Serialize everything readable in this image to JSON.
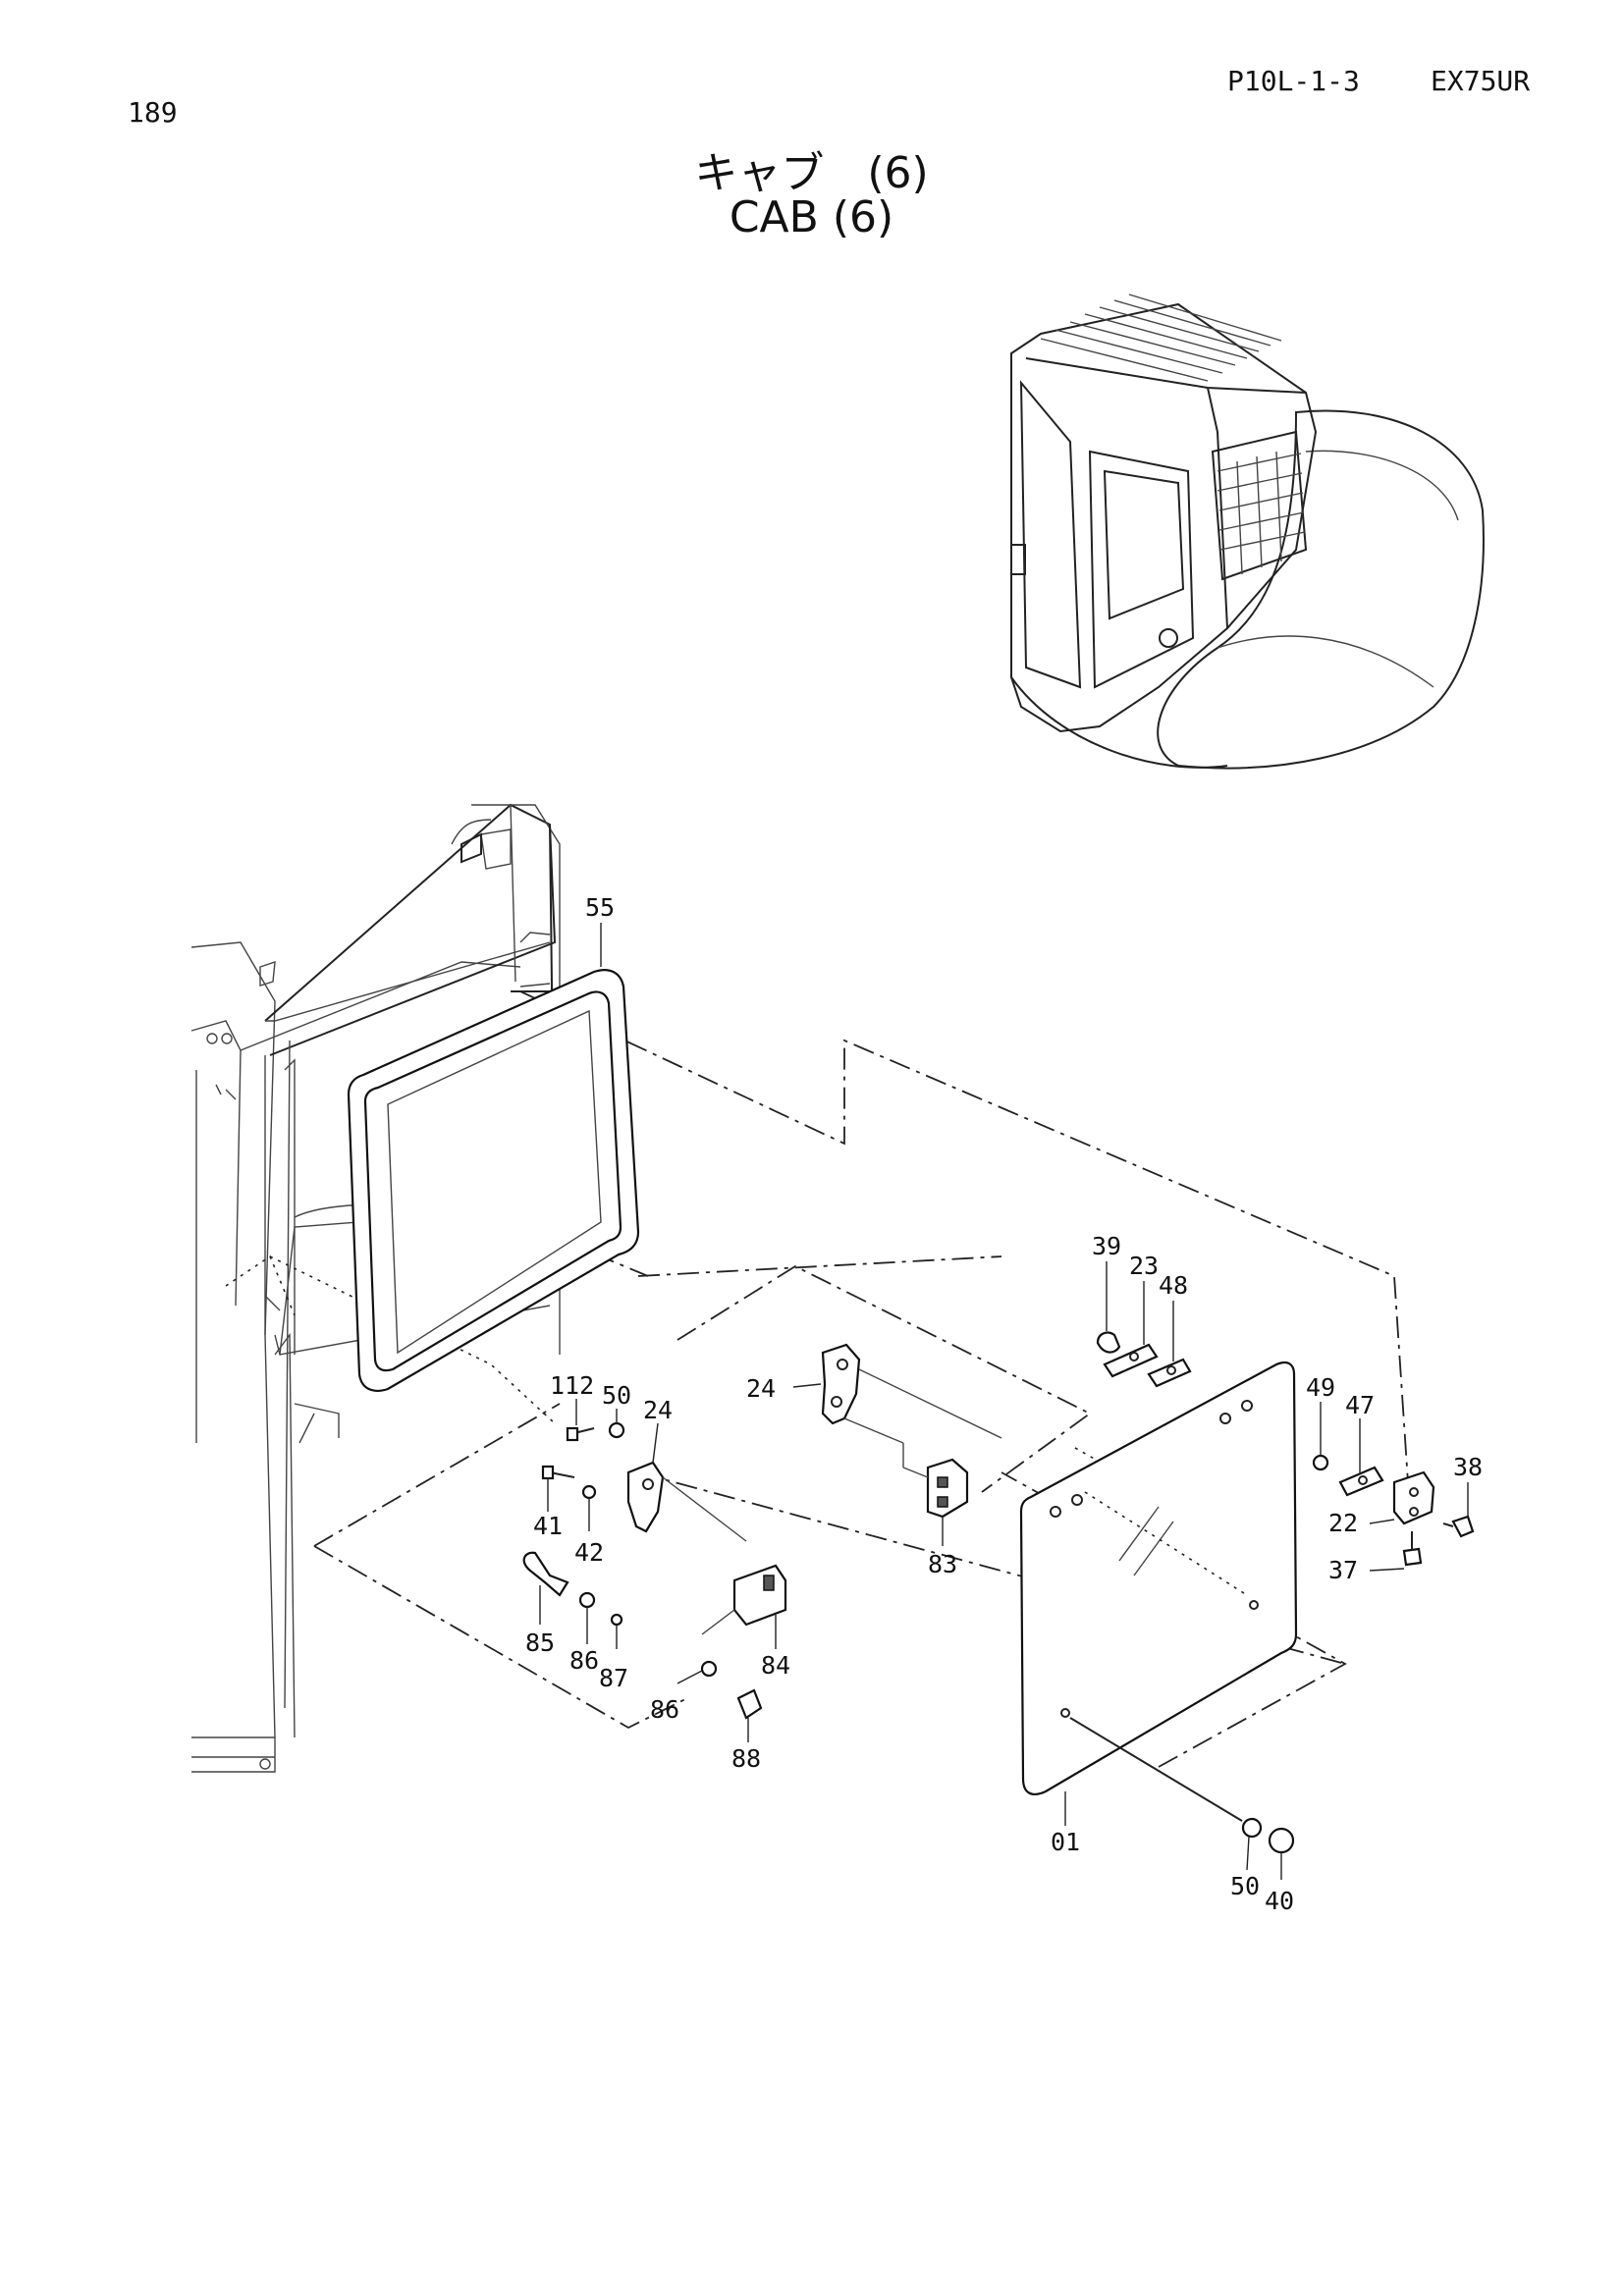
{
  "header": {
    "page_number": "189",
    "ref_code": "P10L-1-3",
    "model": "EX75UR",
    "title_jp": "キャブ　(6)",
    "title_en": "CAB (6)"
  },
  "callouts": [
    {
      "id": "c55",
      "label": "55"
    },
    {
      "id": "c39",
      "label": "39"
    },
    {
      "id": "c23",
      "label": "23"
    },
    {
      "id": "c48",
      "label": "48"
    },
    {
      "id": "c112",
      "label": "112"
    },
    {
      "id": "c50a",
      "label": "50"
    },
    {
      "id": "c24a",
      "label": "24"
    },
    {
      "id": "c24b",
      "label": "24"
    },
    {
      "id": "c49",
      "label": "49"
    },
    {
      "id": "c47",
      "label": "47"
    },
    {
      "id": "c38",
      "label": "38"
    },
    {
      "id": "c41",
      "label": "41"
    },
    {
      "id": "c42",
      "label": "42"
    },
    {
      "id": "c83",
      "label": "83"
    },
    {
      "id": "c22",
      "label": "22"
    },
    {
      "id": "c37",
      "label": "37"
    },
    {
      "id": "c85",
      "label": "85"
    },
    {
      "id": "c86a",
      "label": "86"
    },
    {
      "id": "c87",
      "label": "87"
    },
    {
      "id": "c84",
      "label": "84"
    },
    {
      "id": "c86b",
      "label": "86"
    },
    {
      "id": "c88",
      "label": "88"
    },
    {
      "id": "c01",
      "label": "01"
    },
    {
      "id": "c50b",
      "label": "50"
    },
    {
      "id": "c40",
      "label": "40"
    }
  ]
}
